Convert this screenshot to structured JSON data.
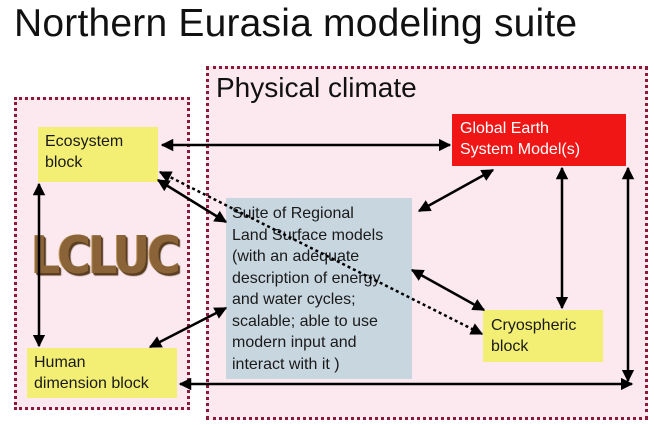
{
  "title": "Northern Eurasia modeling suite",
  "regions": {
    "physical_label": "Physical climate"
  },
  "logo_text": "LCLUC",
  "boxes": {
    "ecosystem": [
      "Ecosystem",
      "block"
    ],
    "human": [
      "Human",
      "dimension block"
    ],
    "gesm": [
      "Global Earth",
      "System Model(s)"
    ],
    "suite": [
      "Suite of Regional",
      "Land Surface models",
      "(with an adequate",
      "description of energy",
      "and water cycles;",
      "scalable; able to use",
      "modern input and",
      "interact with it )"
    ],
    "cryo": [
      "Cryospheric",
      "block"
    ]
  },
  "colors": {
    "region_border": "#8b1a3a",
    "region_fill": "#fce9ef",
    "yellow_box": "#f3ef74",
    "gesm_box": "#f01616",
    "suite_box": "#c8d6e0",
    "arrow": "#000000"
  }
}
